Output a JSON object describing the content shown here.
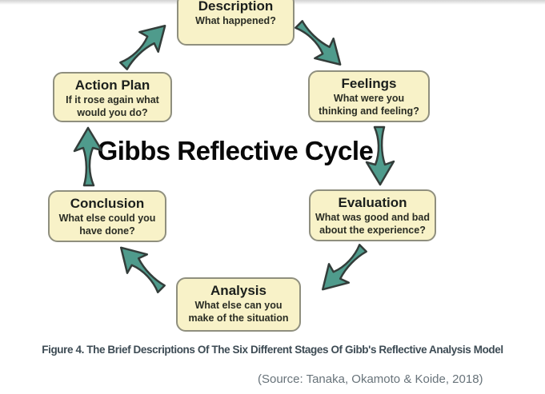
{
  "colors": {
    "box_fill": "#f8f2c8",
    "box_border": "#8f8f7e",
    "arrow_fill": "#4f9b8c",
    "arrow_outline": "#333d3a",
    "caption_color": "#3d4b54",
    "source_color": "#68737a"
  },
  "diagram": {
    "title": "Gibbs Reflective Cycle",
    "stages": [
      {
        "id": "description",
        "title": "Description",
        "subtitle": "What happened?"
      },
      {
        "id": "feelings",
        "title": "Feelings",
        "subtitle": "What were you thinking and feeling?"
      },
      {
        "id": "evaluation",
        "title": "Evaluation",
        "subtitle": "What was good and bad about the experience?"
      },
      {
        "id": "analysis",
        "title": "Analysis",
        "subtitle": "What else can you make of the situation"
      },
      {
        "id": "conclusion",
        "title": "Conclusion",
        "subtitle": "What else could you have done?"
      },
      {
        "id": "action-plan",
        "title": "Action Plan",
        "subtitle": "If it rose again what would you do?"
      }
    ],
    "flow": [
      [
        "Description",
        "Feelings"
      ],
      [
        "Feelings",
        "Evaluation"
      ],
      [
        "Evaluation",
        "Analysis"
      ],
      [
        "Analysis",
        "Conclusion"
      ],
      [
        "Conclusion",
        "Action Plan"
      ],
      [
        "Action Plan",
        "Description"
      ]
    ]
  },
  "caption": {
    "figure_label": "Figure 4. The Brief Descriptions Of The Six Different Stages Of Gibb's Reflective Analysis Model",
    "source": "(Source: Tanaka, Okamoto & Koide, 2018)"
  }
}
